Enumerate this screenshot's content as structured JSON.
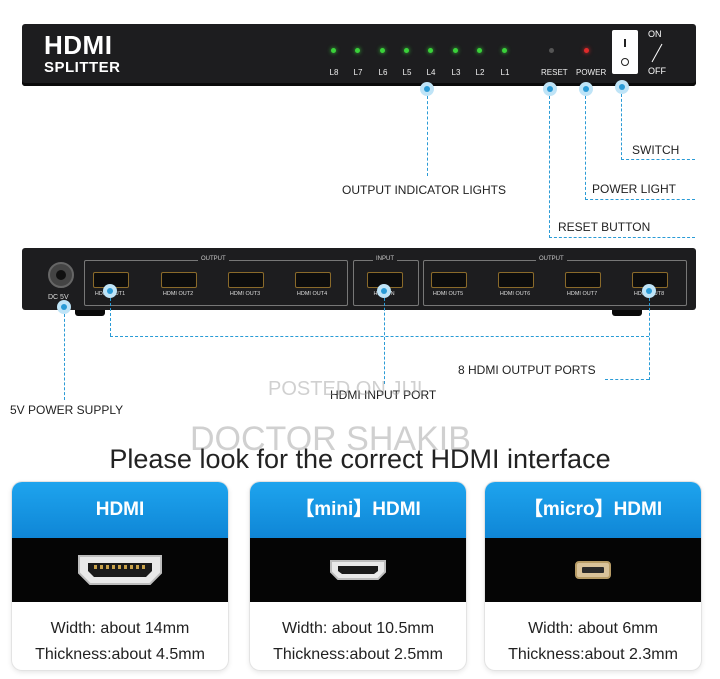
{
  "device": {
    "brand_line1": "HDMI",
    "brand_line2": "SPLITTER",
    "leds": [
      "L8",
      "L7",
      "L6",
      "L5",
      "L4",
      "L3",
      "L2",
      "L1"
    ],
    "reset_label": "RESET",
    "power_label": "POWER",
    "on_label": "ON",
    "off_label": "OFF",
    "back": {
      "dc_label": "DC 5V",
      "output_group": "OUTPUT",
      "input_group": "INPUT",
      "ports_left": [
        "HDMI OUT1",
        "HDMI OUT2",
        "HDMI OUT3",
        "HDMI OUT4"
      ],
      "input_port": "HDMI IN",
      "ports_right": [
        "HDMI OUT5",
        "HDMI OUT6",
        "HDMI OUT7",
        "HDMI OUT8"
      ]
    }
  },
  "callouts": {
    "switch": "SWITCH",
    "power_light": "POWER LIGHT",
    "output_lights": "OUTPUT INDICATOR LIGHTS",
    "reset_button": "RESET BUTTON",
    "output_ports": "8 HDMI OUTPUT PORTS",
    "input_port": "HDMI INPUT PORT",
    "power_supply": "5V POWER SUPPLY"
  },
  "watermark": {
    "line1": "POSTED ON JIJI",
    "line2": "DOCTOR SHAKIB"
  },
  "heading": "Please look for the correct HDMI interface",
  "cards": [
    {
      "title": "HDMI",
      "width": "Width: about 14mm",
      "thickness": "Thickness:about 4.5mm",
      "icon": "hdmi-connector-icon"
    },
    {
      "title": "【mini】HDMI",
      "width": "Width: about 10.5mm",
      "thickness": "Thickness:about 2.5mm",
      "icon": "mini-hdmi-connector-icon"
    },
    {
      "title": "【micro】HDMI",
      "width": "Width: about 6mm",
      "thickness": "Thickness:about 2.3mm",
      "icon": "micro-hdmi-connector-icon"
    }
  ],
  "colors": {
    "accent": "#2a9bd6",
    "header_blue": "#1495e0",
    "led_green": "#3ad13a",
    "power_red": "#e02a2a"
  }
}
